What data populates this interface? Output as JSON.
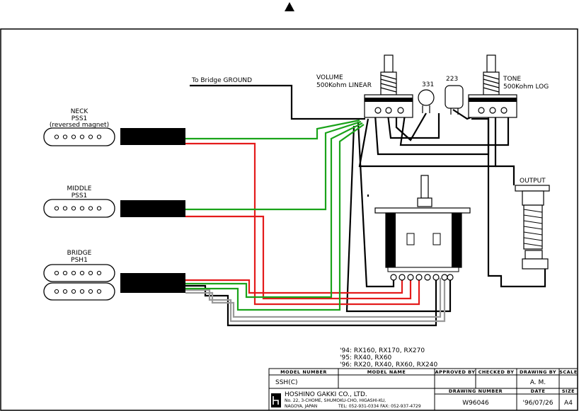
{
  "labels": {
    "to_bridge_ground": "To Bridge GROUND",
    "volume": "VOLUME",
    "volume_spec": "500Kohm LINEAR",
    "tone": "TONE",
    "tone_spec": "500Kohm LOG",
    "cap_331": "331",
    "cap_223": "223",
    "output": "OUTPUT",
    "neck": "NECK",
    "neck_model": "PSS1",
    "neck_note": "(reversed magnet)",
    "middle": "MIDDLE",
    "middle_model": "PSS1",
    "bridge": "BRIDGE",
    "bridge_model": "PSH1"
  },
  "models_note": [
    "'94: RX160, RX170, RX270",
    "'95: RX40, RX60",
    "'96: RX20, RX40, RX60, RX240"
  ],
  "title_block": {
    "headers": {
      "model_number": "MODEL NUMBER",
      "model_name": "MODEL NAME",
      "approved_by": "APPROVED BY",
      "checked_by": "CHECKED BY",
      "drawing_by": "DRAWING BY",
      "scale": "SCALE",
      "drawing_number": "DRAWING NUMBER",
      "date": "DATE",
      "size": "SIZE"
    },
    "model_number": "SSH(C)",
    "drawing_by": "A. M.",
    "company": "HOSHINO GAKKI CO., LTD.",
    "address_1": "No. 22, 3-CHOME, SHUMOKU-CHO, HIGASHI-KU,",
    "address_2": "NAGOYA, JAPAN",
    "phone": "TEL: 052-931-0334  FAX: 052-937-4729",
    "drawing_number": "W96046",
    "date": "'96/07/26",
    "size": "A4"
  },
  "colors": {
    "hot": "#e41b1b",
    "ground_green": "#1aa31a",
    "bare": "#9a9a9a",
    "line": "#000000"
  }
}
